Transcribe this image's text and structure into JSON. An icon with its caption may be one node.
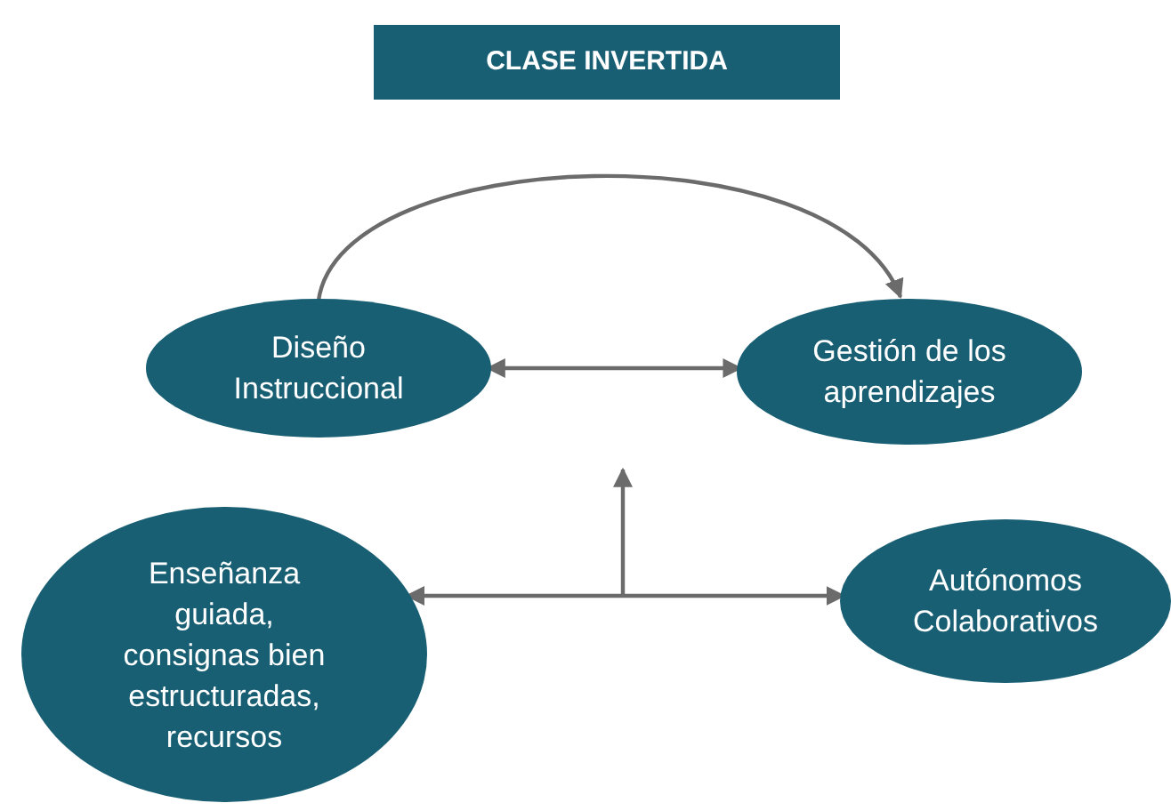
{
  "diagram": {
    "title": "CLASE INVERTIDA",
    "nodes": [
      {
        "text": [
          "Diseño Instruccional"
        ]
      },
      {
        "text": [
          "Gestión de los aprendizajes"
        ]
      },
      {
        "text": [
          "Enseñanza guiada, consignas bien estructuradas, recursos"
        ]
      },
      {
        "text": [
          "Autónomos Colaborativos"
        ]
      }
    ],
    "edges": [
      {
        "from": 0,
        "to": 1,
        "arrow": "to"
      },
      {
        "from": 0,
        "to": 1,
        "arrow": "both"
      },
      {
        "from": 2,
        "to": 3,
        "arrow": "both"
      }
    ]
  }
}
